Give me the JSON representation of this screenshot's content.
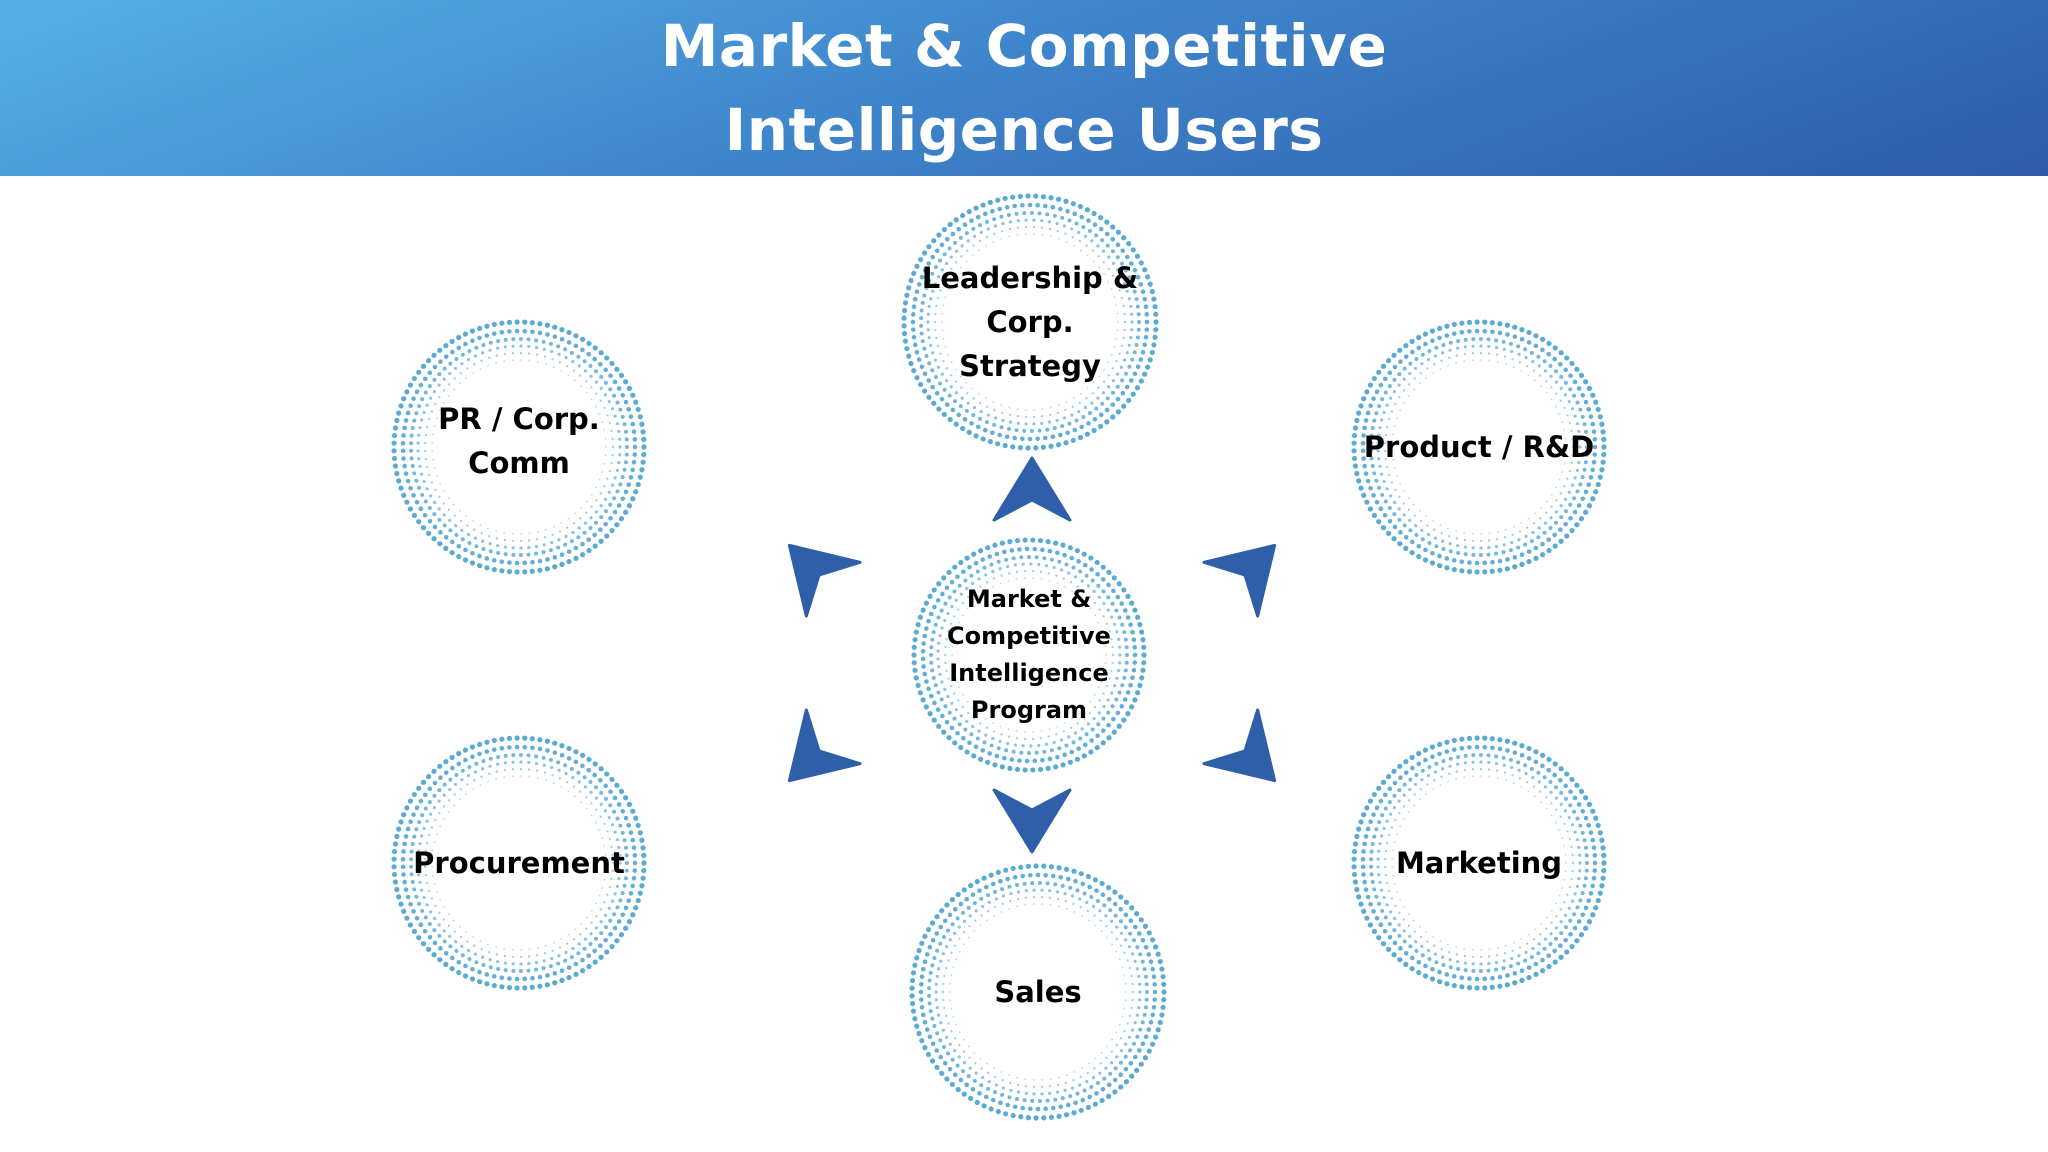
{
  "header": {
    "title_line1": "Market & Competitive",
    "title_line2": "Intelligence Users"
  },
  "nodes": {
    "center": {
      "line1": "Market &",
      "line2": "Competitive",
      "line3": "Intelligence",
      "line4": "Program"
    },
    "leadership": {
      "line1": "Leadership &",
      "line2": "Corp.",
      "line3": "Strategy"
    },
    "pr": {
      "line1": "PR / Corp.",
      "line2": "Comm"
    },
    "product": {
      "line1": "Product / R&D"
    },
    "procurement": {
      "line1": "Procurement"
    },
    "marketing": {
      "line1": "Marketing"
    },
    "sales": {
      "line1": "Sales"
    }
  },
  "colors": {
    "header_gradient_start": "#56b0e6",
    "header_gradient_end": "#2e5ba8",
    "ring_dots": "#5aaad6",
    "arrow": "#2f5fa8"
  }
}
